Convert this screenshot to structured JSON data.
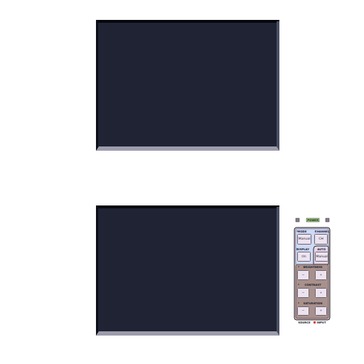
{
  "diagram": {
    "nodes": [
      {
        "text": [
          "Manual"
        ]
      },
      {
        "text": [
          "CH"
        ]
      },
      {
        "text": [
          "On"
        ]
      },
      {
        "text": [
          "Manual"
        ]
      },
      {
        "text": [
          "−"
        ]
      },
      {
        "text": [
          "+"
        ]
      },
      {
        "text": [
          "−"
        ]
      },
      {
        "text": [
          "+"
        ]
      },
      {
        "text": [
          "−"
        ]
      },
      {
        "text": [
          "+"
        ]
      }
    ],
    "labels": [
      "POWER",
      "MODE",
      "CHANNEL",
      "DISPLAY",
      "AUTO",
      "BRIGHTNESS",
      "CONTRAST",
      "SATURATION",
      "SOURCE",
      "INPUT"
    ]
  }
}
